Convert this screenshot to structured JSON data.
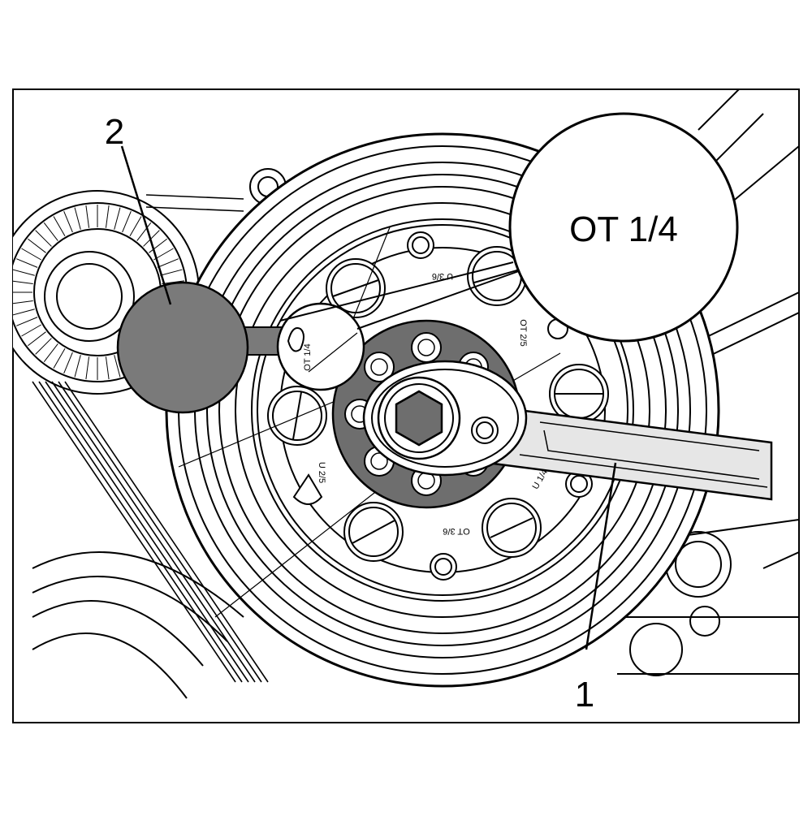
{
  "labels": {
    "wrench": "1",
    "locating_pin": "2"
  },
  "callout": {
    "text": "OT 1/4"
  },
  "pulley_markings": {
    "top": "U 3/6",
    "upper_right": "OT 2/5",
    "left_small": "OT 1/4",
    "left": "U 2/5",
    "lower_right": "U 1/4",
    "bottom": "OT 3/6"
  },
  "colors": {
    "line": "#000000",
    "pin_fill": "#7a7a7a",
    "hub_fill": "#6e6e6e",
    "handle_fill": "#e6e6e6",
    "paper": "#ffffff"
  }
}
